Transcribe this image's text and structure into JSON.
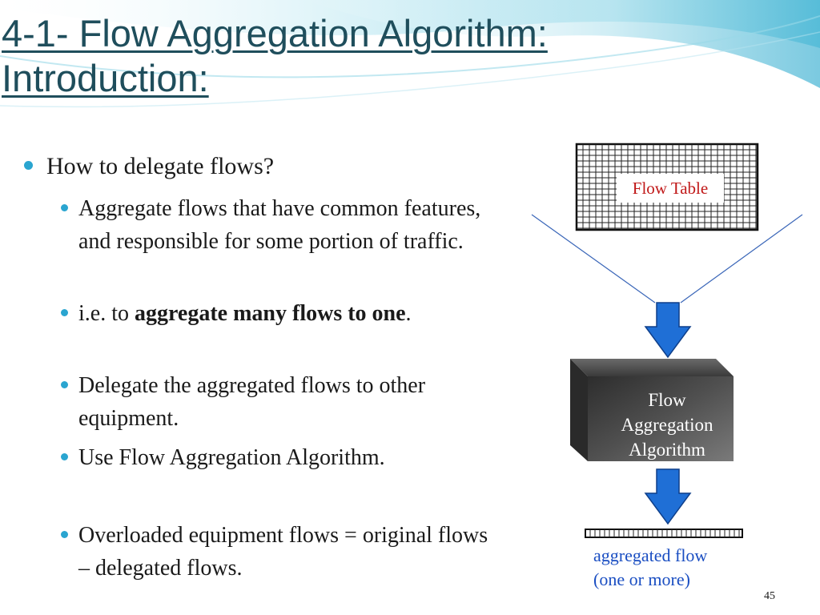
{
  "title": {
    "line1": "4-1- Flow Aggregation Algorithm:",
    "line2": "Introduction:"
  },
  "bullets": {
    "b1": "How to delegate flows?",
    "b2_1": "Aggregate flows that have common features, and responsible for some portion of traffic.",
    "b2_2_pre": "i.e. to ",
    "b2_2_bold": "aggregate many flows to one",
    "b2_2_post": ".",
    "b2_3": "Delegate the aggregated flows to other equipment.",
    "b2_4": "Use Flow Aggregation Algorithm.",
    "b2_5": "Overloaded equipment flows = original flows – delegated flows."
  },
  "diagram": {
    "flow_table_label": "Flow Table",
    "box_label_line1": "Flow",
    "box_label_line2": "Aggregation",
    "box_label_line3": "Algorithm",
    "aggregated_line1": "aggregated flow",
    "aggregated_line2": "(one or more)"
  },
  "colors": {
    "title": "#1f4e5c",
    "bullet": "#2aa5d0",
    "arrow": "#1f6fd6",
    "flow_table_text": "#c01818",
    "aggregated_text": "#1a4ec2",
    "funnel_lines": "#3a66b8"
  },
  "page_number": "45"
}
